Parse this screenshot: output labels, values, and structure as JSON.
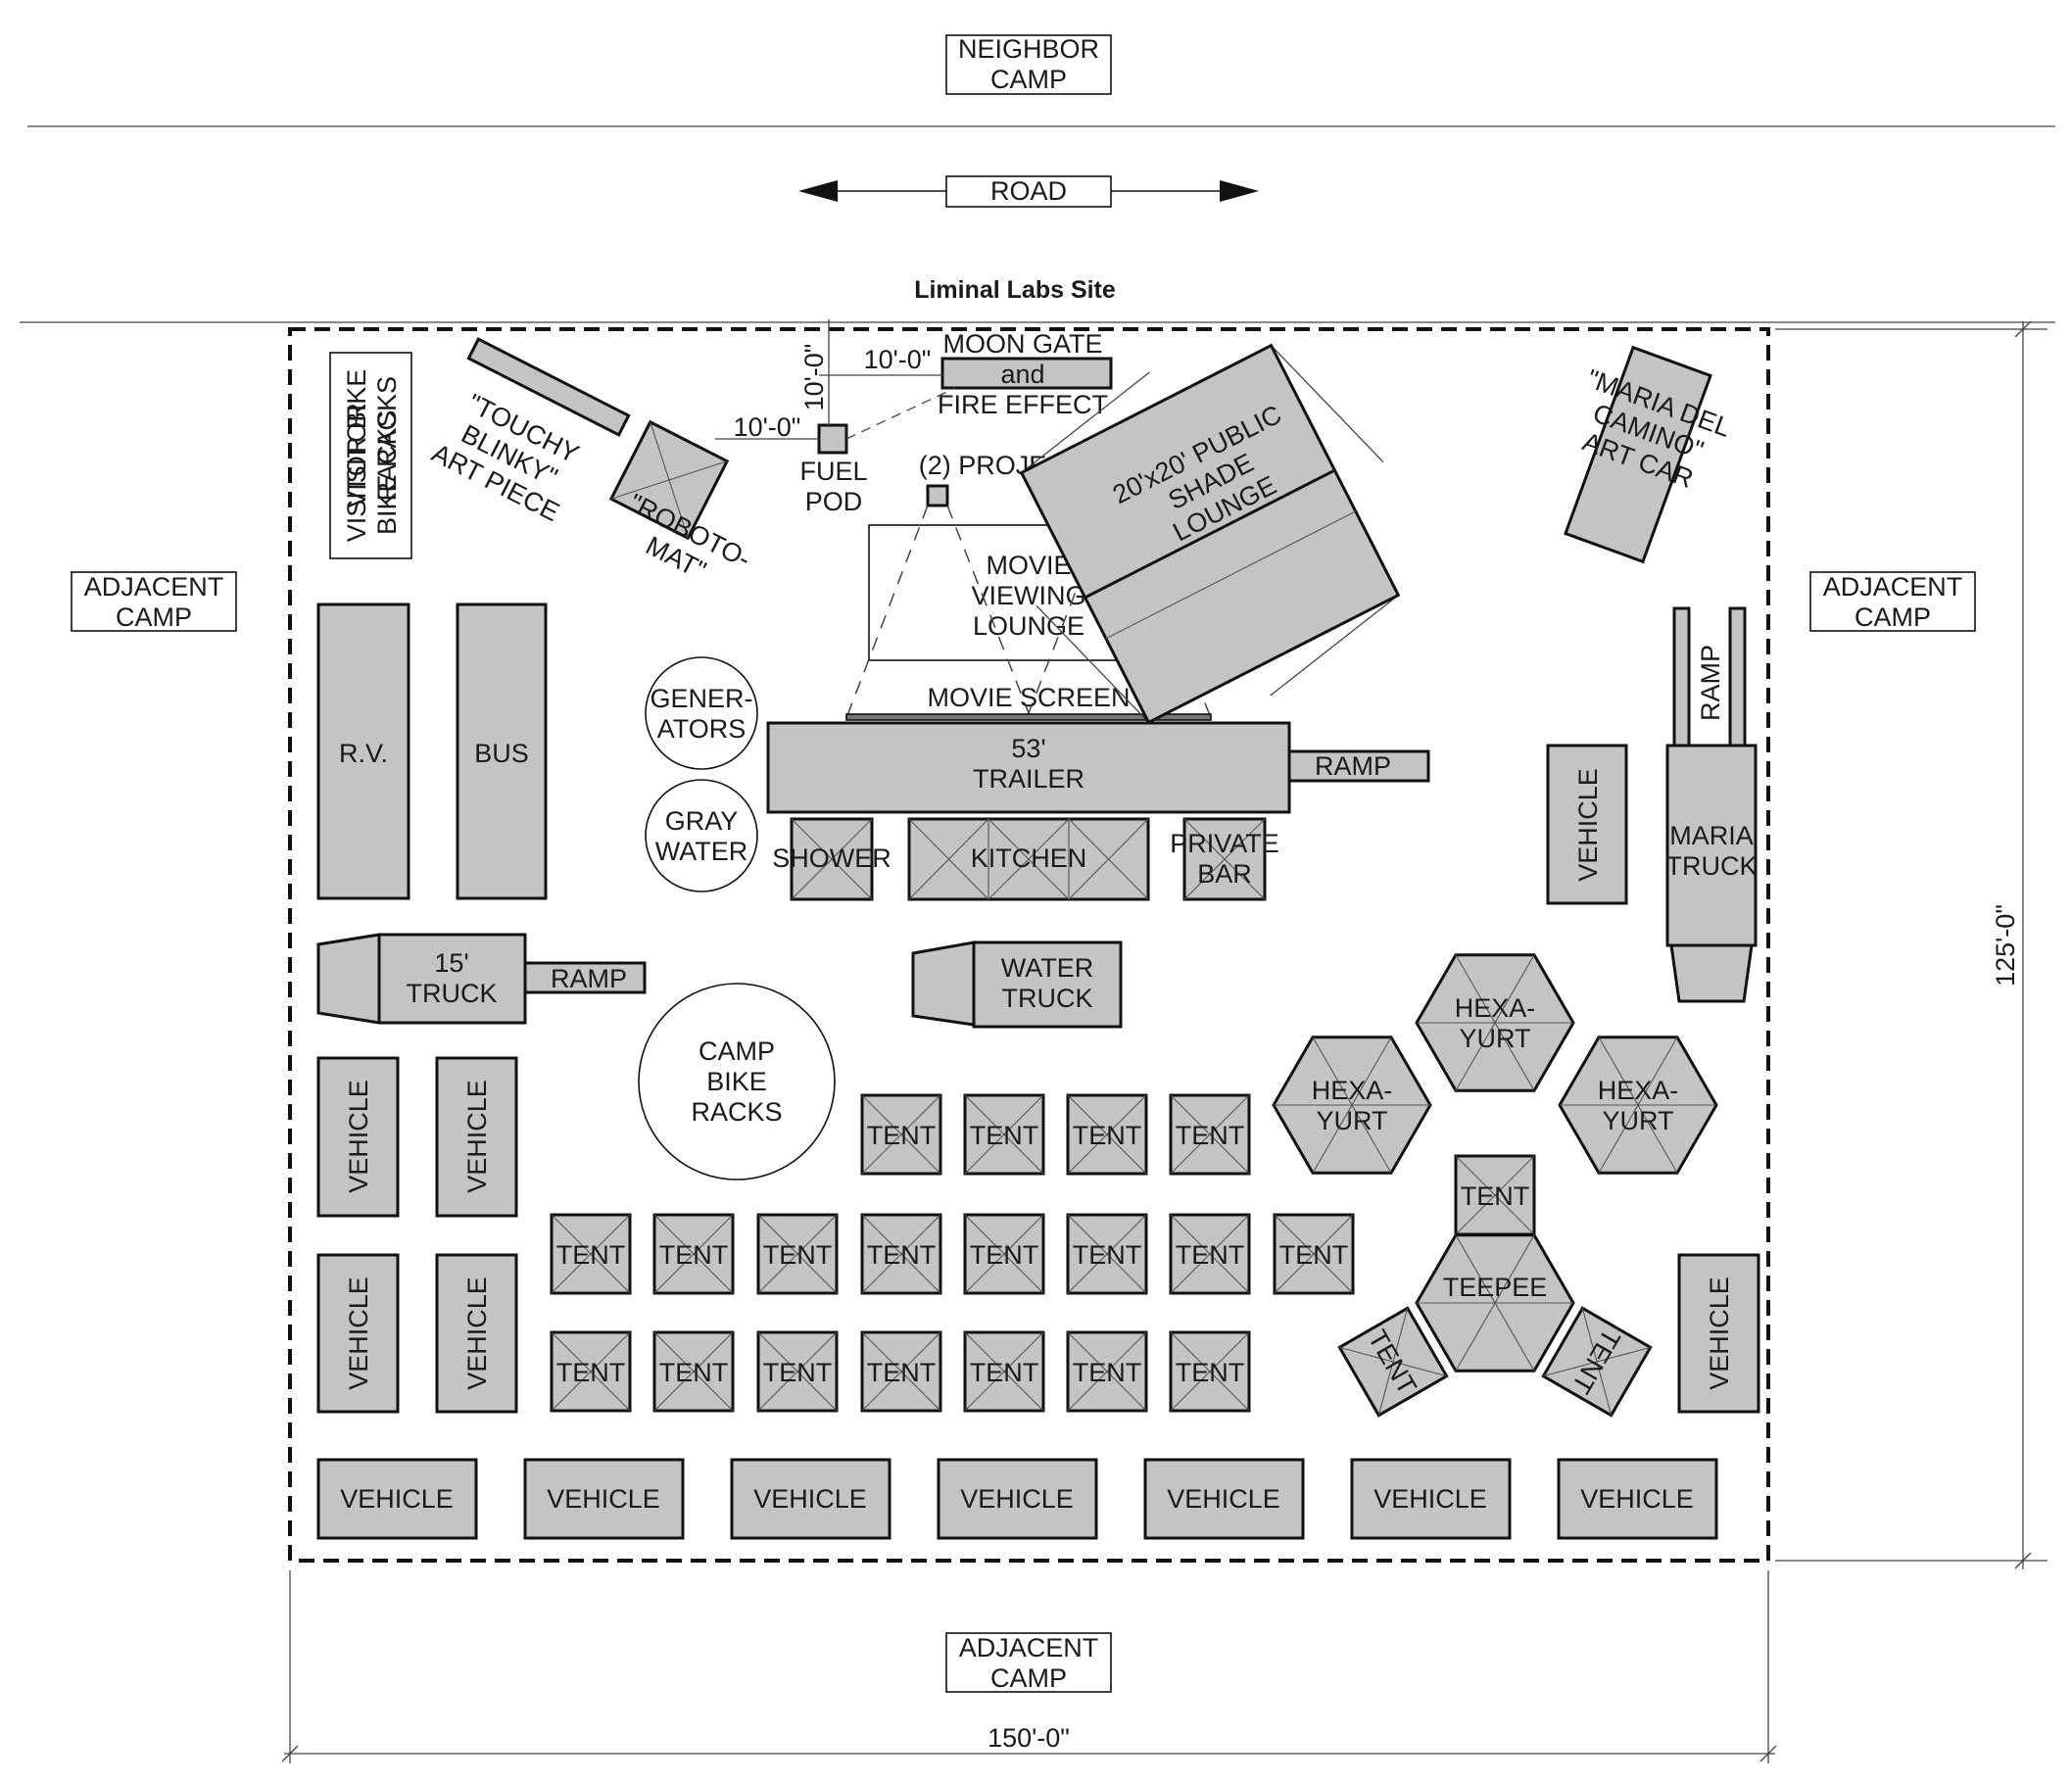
{
  "title": "Liminal Labs Site",
  "surroundings": {
    "neighbor": "NEIGHBOR CAMP",
    "road": "ROAD",
    "adjacent_left": "ADJACENT CAMP",
    "adjacent_right": "ADJACENT CAMP",
    "adjacent_bottom": "ADJACENT CAMP"
  },
  "dimensions": {
    "width": "150'-0\"",
    "height": "125'-0\"",
    "moon_gate_vertical": "10'-0\"",
    "moon_gate_horizontal": "10'-0\"",
    "fuel_pod_offset": "10'-0\""
  },
  "features": {
    "visitor_bike_racks": "VISITOR BIKE RACKS",
    "touchy_blinky": "\"TOUCHY BLINKY\" ART PIECE",
    "roboto_mat": "\"ROBOTO- MAT\"",
    "fuel_pod": "FUEL POD",
    "moon_gate": "MOON GATE and FIRE EFFECT",
    "projectors": "(2) PROJECTORS",
    "movie_lounge": "MOVIE VIEWING LOUNGE",
    "movie_screen": "MOVIE SCREEN",
    "shade_lounge": "20'x20' PUBLIC SHADE LOUNGE",
    "maria_art_car": "\"MARIA DEL CAMINO\" ART CAR",
    "rv": "R.V.",
    "bus": "BUS",
    "generators": "GENER- ATORS",
    "gray_water": "GRAY WATER",
    "trailer": "53' TRAILER",
    "ramp": "RAMP",
    "shower": "SHOWER",
    "kitchen": "KITCHEN",
    "private_bar": "PRIVATE BAR",
    "vehicle": "VEHICLE",
    "maria_truck": "MARIA TRUCK",
    "truck_15": "15' TRUCK",
    "water_truck": "WATER TRUCK",
    "camp_bike_racks": "CAMP BIKE RACKS",
    "tent": "TENT",
    "hexayurt": "HEXA- YURT",
    "teepee": "TEEPEE"
  },
  "colors": {
    "structure_fill": "#c4c4c4",
    "line": "#111111"
  }
}
